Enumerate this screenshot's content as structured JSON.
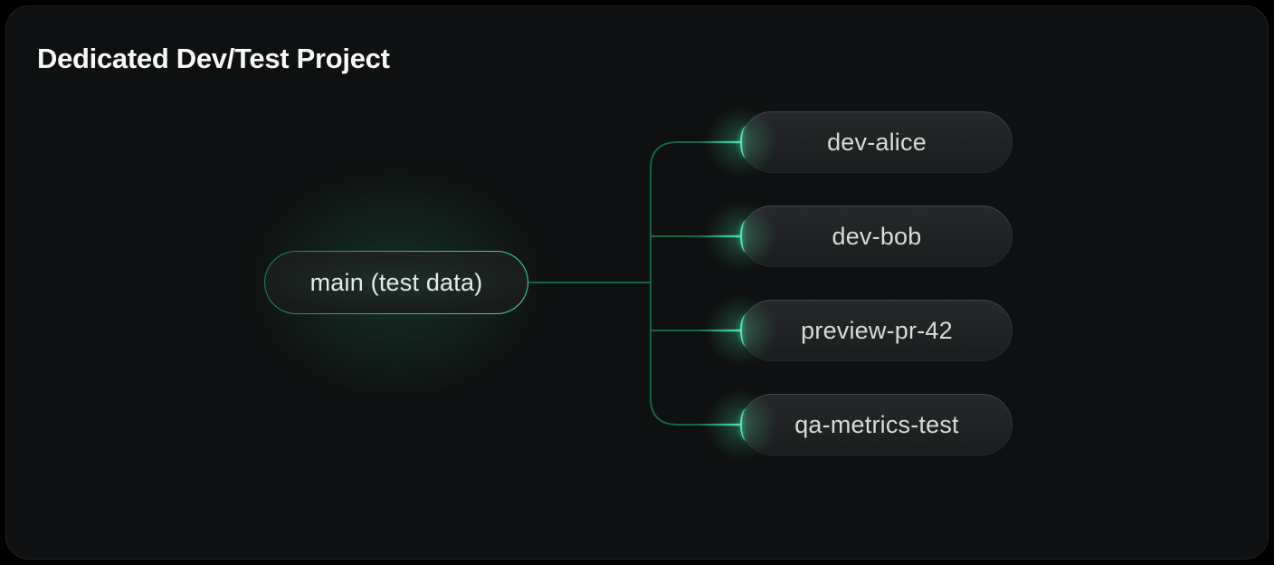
{
  "title": "Dedicated Dev/Test Project",
  "tree": {
    "root": {
      "label": "main (test data)"
    },
    "branches": [
      {
        "label": "dev-alice"
      },
      {
        "label": "dev-bob"
      },
      {
        "label": "preview-pr-42"
      },
      {
        "label": "qa-metrics-test"
      }
    ]
  },
  "colors": {
    "page_background": "#000000",
    "panel_background": "#0f1011",
    "line_green": "#156549",
    "accent_green": "#2fbd89",
    "glow_green": "#3fe2a0",
    "branch_node_fill": "#202224",
    "branch_node_border": "#45494c",
    "title_text": "#f7f8f8",
    "node_text": "#d9dbda"
  }
}
